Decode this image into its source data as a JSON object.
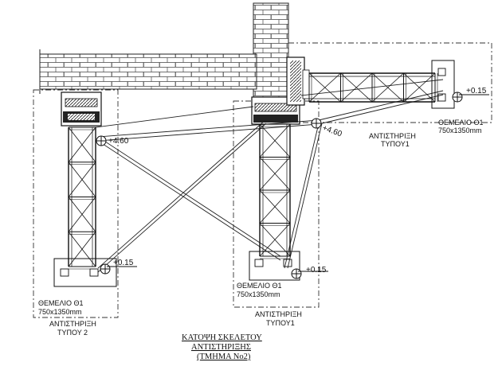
{
  "levels": {
    "top_right": "+0.15",
    "mid_left": "+4.60",
    "mid_right": "+4.60",
    "bottom_left": "+0.15",
    "bottom_mid": "+0.15"
  },
  "footings": {
    "right": {
      "name": "ΘΕΜΕΛΙΟ Θ1",
      "size": "750x1350mm"
    },
    "mid": {
      "name": "ΘΕΜΕΛΙΟ Θ1",
      "size": "750x1350mm"
    },
    "left": {
      "name": "ΘΕΜΕΛΙΟ Θ1",
      "size": "750x1350mm"
    }
  },
  "supports": {
    "right": {
      "line1": "ΑΝΤΙΣΤΗΡΙΞΗ",
      "line2": "ΤΥΠΟΥ1"
    },
    "mid": {
      "line1": "ΑΝΤΙΣΤΗΡΙΞΗ",
      "line2": "ΤΥΠΟΥ1"
    },
    "left": {
      "line1": "ΑΝΤΙΣΤΗΡΙΞΗ",
      "line2": "ΤΥΠΟΥ 2"
    }
  },
  "title": {
    "line1": "ΚΑΤΟΨΗ ΣΚΕΛΕΤΟΥ",
    "line2": "ΑΝΤΙΣΤΗΡΙΞΗΣ",
    "line3": "(ΤΜΗΜΑ Νο2)"
  }
}
